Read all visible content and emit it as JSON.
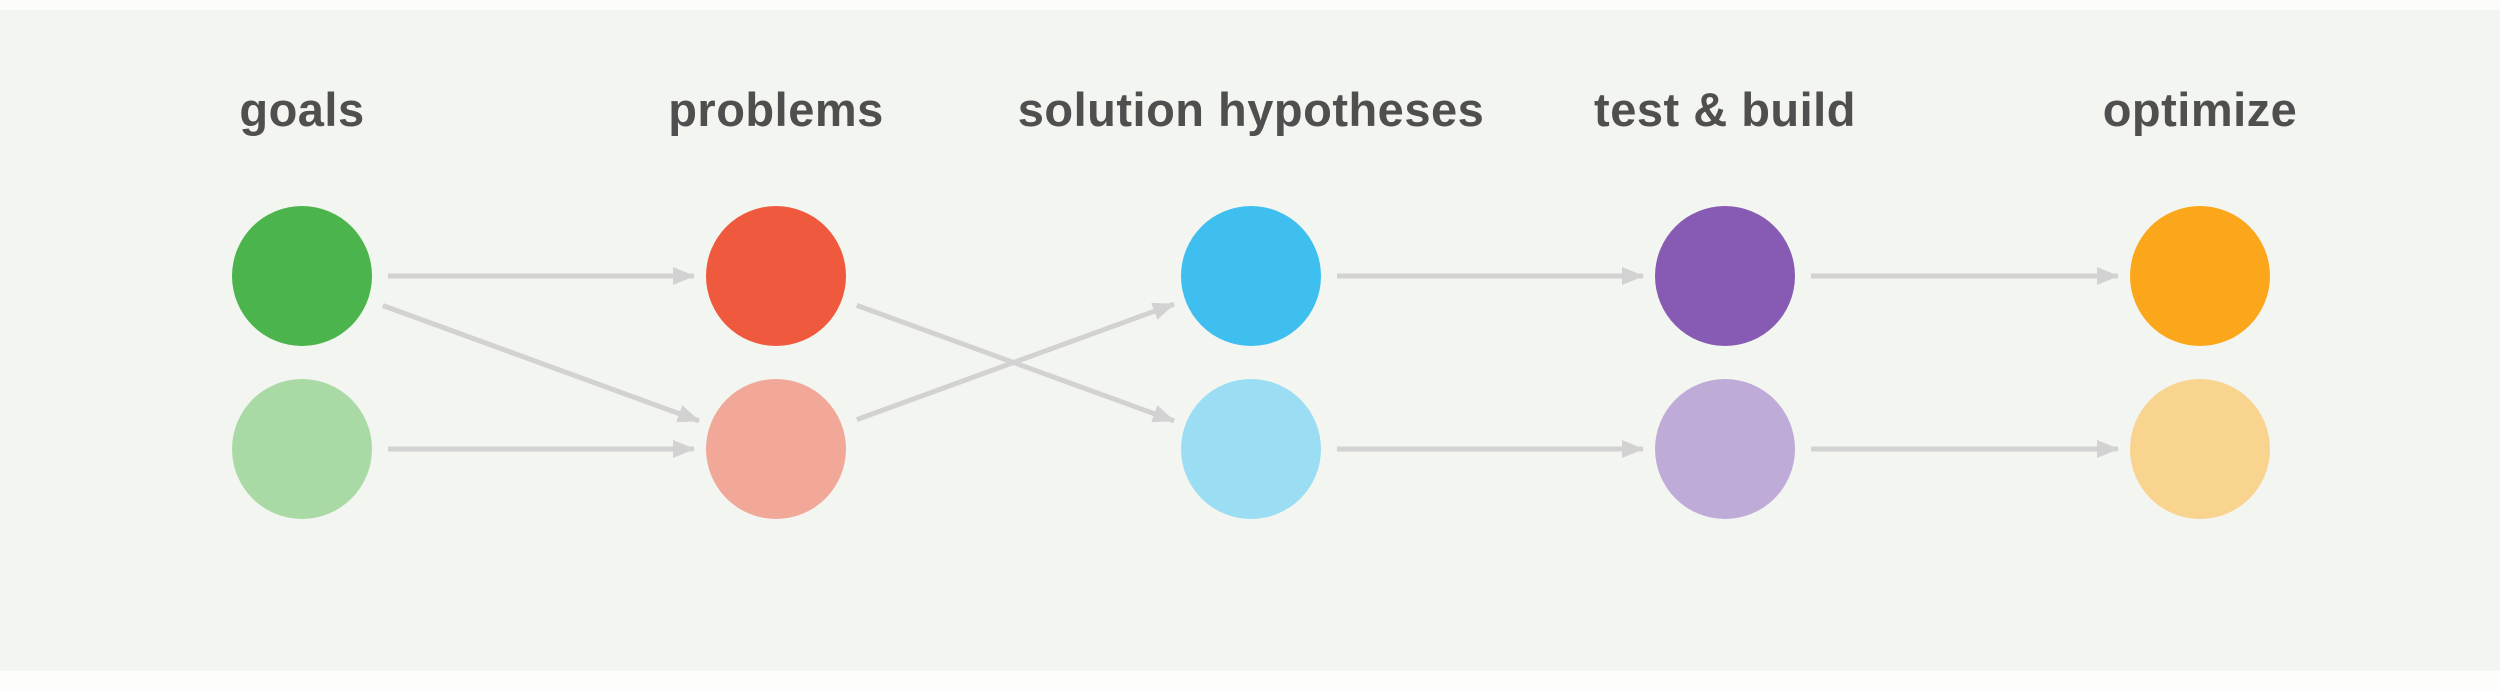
{
  "diagram": {
    "background_color": "#F3F5F0",
    "arrow_color": "#D2D2D2",
    "label_color": "#4F4F4F",
    "stages": [
      {
        "id": "goals",
        "label": "goals",
        "color": "#4CB44C",
        "light_color": "#A9DAA6"
      },
      {
        "id": "problems",
        "label": "problems",
        "color": "#EF5A3F",
        "light_color": "#F2A899"
      },
      {
        "id": "solution-hypotheses",
        "label": "solution hypotheses",
        "color": "#3FBFF0",
        "light_color": "#9BDEF4"
      },
      {
        "id": "test-build",
        "label": "test & build",
        "color": "#875BB4",
        "light_color": "#BFABD7"
      },
      {
        "id": "optimize",
        "label": "optimize",
        "color": "#FBA61B",
        "light_color": "#F9D48F"
      }
    ],
    "rows": [
      "primary",
      "secondary"
    ],
    "edges": [
      {
        "from": {
          "stage": 0,
          "row": 0
        },
        "to": {
          "stage": 1,
          "row": 0
        }
      },
      {
        "from": {
          "stage": 0,
          "row": 0
        },
        "to": {
          "stage": 1,
          "row": 1
        }
      },
      {
        "from": {
          "stage": 0,
          "row": 1
        },
        "to": {
          "stage": 1,
          "row": 1
        }
      },
      {
        "from": {
          "stage": 1,
          "row": 0
        },
        "to": {
          "stage": 2,
          "row": 1
        }
      },
      {
        "from": {
          "stage": 1,
          "row": 1
        },
        "to": {
          "stage": 2,
          "row": 0
        }
      },
      {
        "from": {
          "stage": 2,
          "row": 0
        },
        "to": {
          "stage": 3,
          "row": 0
        }
      },
      {
        "from": {
          "stage": 2,
          "row": 1
        },
        "to": {
          "stage": 3,
          "row": 1
        }
      },
      {
        "from": {
          "stage": 3,
          "row": 0
        },
        "to": {
          "stage": 4,
          "row": 0
        }
      },
      {
        "from": {
          "stage": 3,
          "row": 1
        },
        "to": {
          "stage": 4,
          "row": 1
        }
      }
    ]
  }
}
